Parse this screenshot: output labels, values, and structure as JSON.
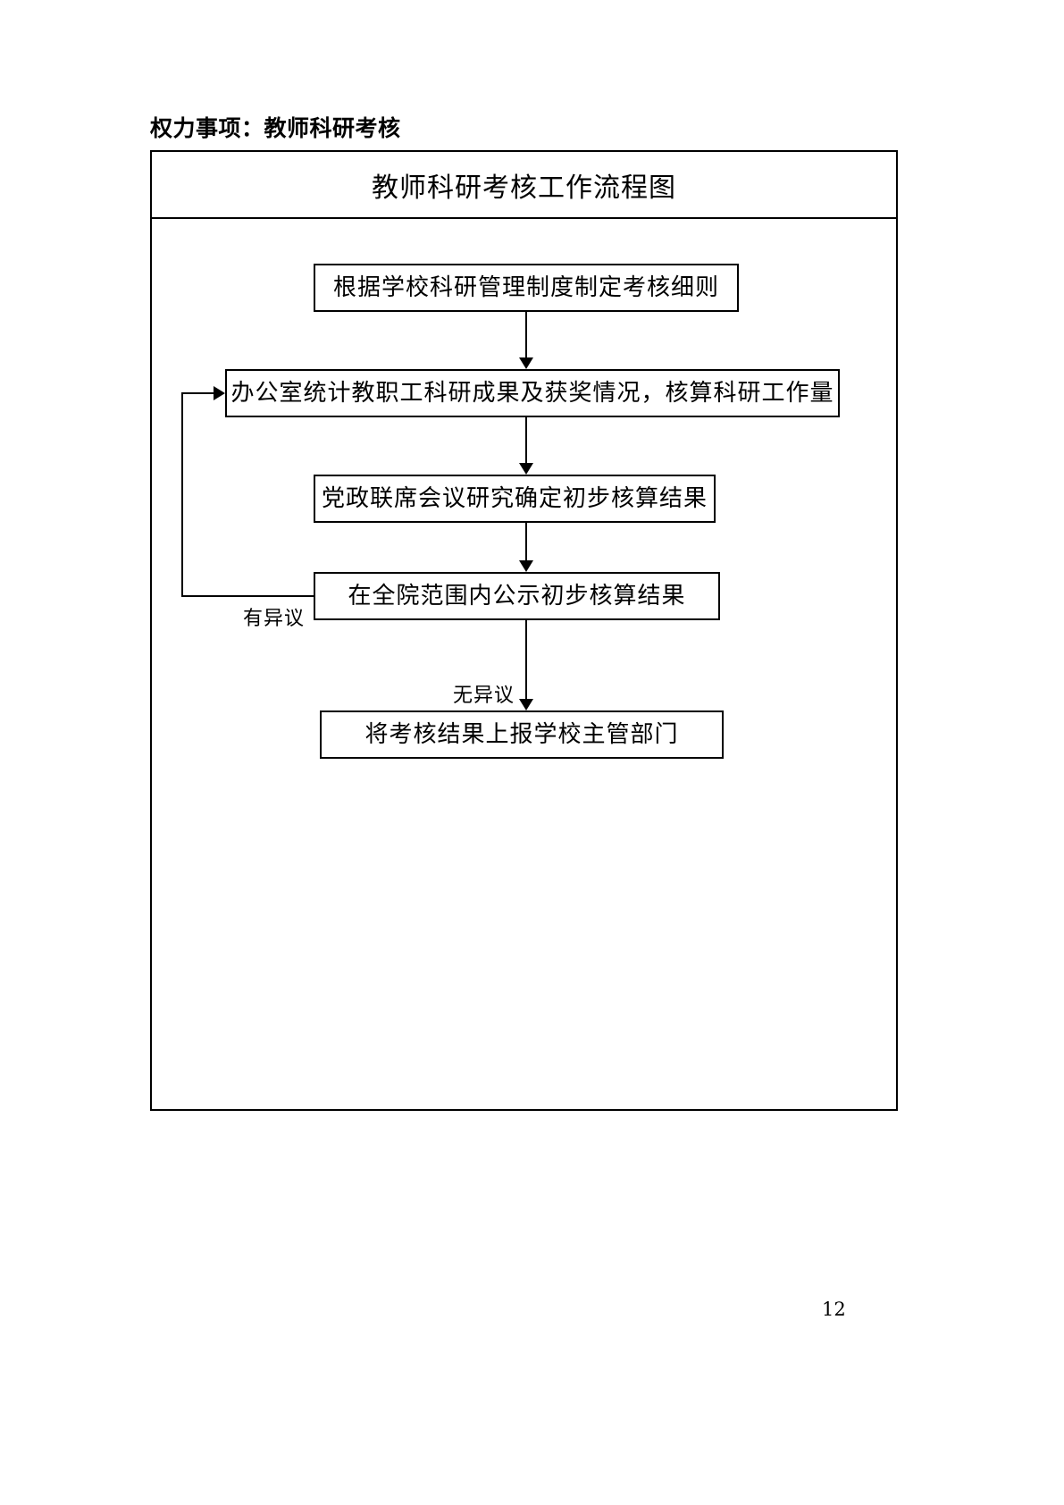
{
  "document": {
    "heading_label": "权力事项：",
    "heading_value": "教师科研考核",
    "heading_full": "权力事项：教师科研考核",
    "page_number": "12"
  },
  "flowchart": {
    "title": "教师科研考核工作流程图",
    "nodes": [
      {
        "id": "node-1",
        "text": "根据学校科研管理制度制定考核细则"
      },
      {
        "id": "node-2",
        "text": "办公室统计教职工科研成果及获奖情况，核算科研工作量"
      },
      {
        "id": "node-3",
        "text": "党政联席会议研究确定初步核算结果"
      },
      {
        "id": "node-4",
        "text": "在全院范围内公示初步核算结果"
      },
      {
        "id": "node-5",
        "text": "将考核结果上报学校主管部门"
      }
    ],
    "edges": [
      {
        "from": "node-1",
        "to": "node-2",
        "label": ""
      },
      {
        "from": "node-2",
        "to": "node-3",
        "label": ""
      },
      {
        "from": "node-3",
        "to": "node-4",
        "label": ""
      },
      {
        "from": "node-4",
        "to": "node-5",
        "label": "无异议"
      },
      {
        "from": "node-4",
        "to": "node-2",
        "label": "有异议"
      }
    ],
    "labels": {
      "dissent": "有异议",
      "no_dissent": "无异议"
    },
    "colors": {
      "line": "#000000",
      "text": "#000000",
      "background": "#ffffff"
    }
  }
}
